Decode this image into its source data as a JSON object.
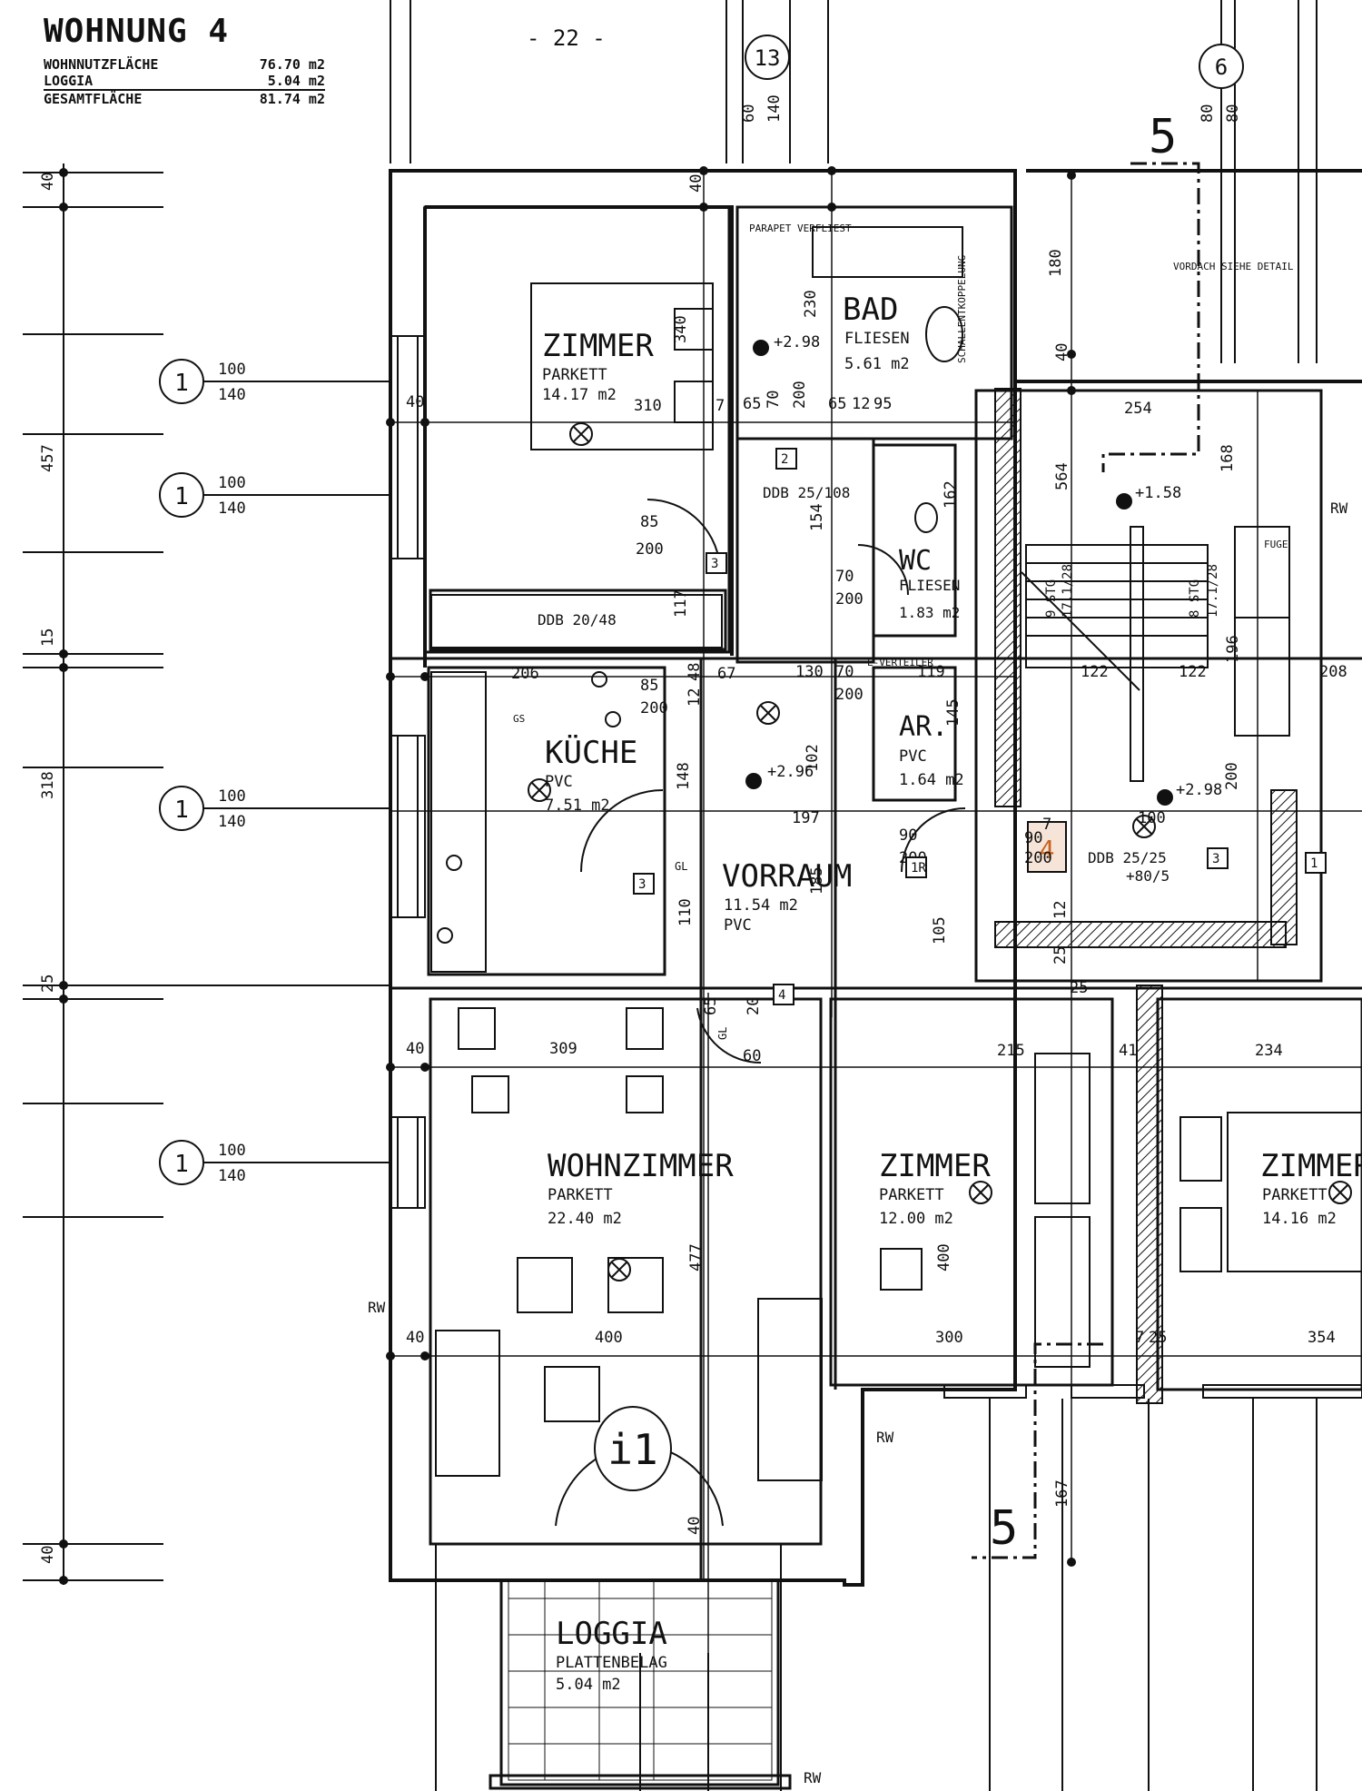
{
  "header": {
    "title": "WOHNUNG 4",
    "page_number": "- 22 -",
    "summary": [
      {
        "label": "WOHNNUTZFLÄCHE",
        "value": "76.70 m2"
      },
      {
        "label": "LOGGIA",
        "value": "5.04 m2"
      },
      {
        "label": "GESAMTFLÄCHE",
        "value": "81.74 m2"
      }
    ]
  },
  "rooms": [
    {
      "id": "zimmer-1",
      "name": "ZIMMER",
      "floor": "PARKETT",
      "area": "14.17 m2"
    },
    {
      "id": "bad",
      "name": "BAD",
      "floor": "FLIESEN",
      "area": "5.61 m2"
    },
    {
      "id": "wc",
      "name": "WC",
      "floor": "FLIESEN",
      "area": "1.83 m2"
    },
    {
      "id": "ar",
      "name": "AR.",
      "floor": "PVC",
      "area": "1.64 m2"
    },
    {
      "id": "kueche",
      "name": "KÜCHE",
      "floor": "PVC",
      "area": "7.51 m2"
    },
    {
      "id": "vorraum",
      "name": "VORRAUM",
      "floor": "PVC",
      "area": "11.54 m2"
    },
    {
      "id": "wohnzimmer",
      "name": "WOHNZIMMER",
      "floor": "PARKETT",
      "area": "22.40 m2"
    },
    {
      "id": "zimmer-2",
      "name": "ZIMMER",
      "floor": "PARKETT",
      "area": "12.00 m2"
    },
    {
      "id": "zimmer-3",
      "name": "ZIMMER",
      "floor": "PARKETT",
      "area": "14.16 m2"
    },
    {
      "id": "loggia",
      "name": "LOGGIA",
      "floor": "PLATTENBELAG",
      "area": "5.04 m2"
    }
  ],
  "axis_markers": [
    "13",
    "6"
  ],
  "section_marks": [
    "5",
    "5"
  ],
  "window_tags": [
    {
      "n": "1",
      "sill": "100",
      "height": "140"
    },
    {
      "n": "1",
      "sill": "100",
      "height": "140"
    },
    {
      "n": "1",
      "sill": "100",
      "height": "140"
    },
    {
      "n": "1",
      "sill": "100",
      "height": "140"
    }
  ],
  "unit_tag": "i1",
  "left_dimensions": [
    "40",
    "457",
    "15",
    "318",
    "25",
    "40"
  ],
  "dimensions": [
    "310",
    "206",
    "309",
    "400",
    "300",
    "215",
    "234",
    "354",
    "254",
    "197",
    "130",
    "122",
    "122",
    "208",
    "100",
    "65",
    "70",
    "200",
    "65",
    "12",
    "95",
    "85",
    "200",
    "117",
    "148",
    "102",
    "185",
    "110",
    "90",
    "200",
    "477",
    "400",
    "564",
    "168",
    "180",
    "340",
    "230",
    "60",
    "140",
    "80",
    "80",
    "167",
    "196",
    "200",
    "105",
    "12",
    "25",
    "90",
    "200",
    "40",
    "40",
    "40",
    "40",
    "40",
    "40",
    "7",
    "7",
    "12",
    "48",
    "67",
    "154",
    "162",
    "145",
    "119",
    "70",
    "200",
    "70",
    "200",
    "85",
    "200",
    "65",
    "60",
    "20",
    "25",
    "41",
    "7",
    "25"
  ],
  "annotations": [
    "+2.98",
    "+2.96",
    "+1.58",
    "+2.98",
    "DDB 20/48",
    "DDB 25/108",
    "DDB 25/25",
    "+80/5",
    "VORDACH SIEHE DETAIL",
    "PARAPET VERFLIEST",
    "9 STG",
    "17.1/28",
    "8 STG",
    "17.1/28",
    "RW",
    "RW",
    "RW",
    "RW",
    "FUGE",
    "GS",
    "GL",
    "GL",
    "SCHALLENTKOPPELUNG",
    "E-VERTEILER"
  ],
  "door_tags": [
    "1",
    "2",
    "3",
    "3",
    "4",
    "3",
    "1R"
  ],
  "stamp": "4"
}
